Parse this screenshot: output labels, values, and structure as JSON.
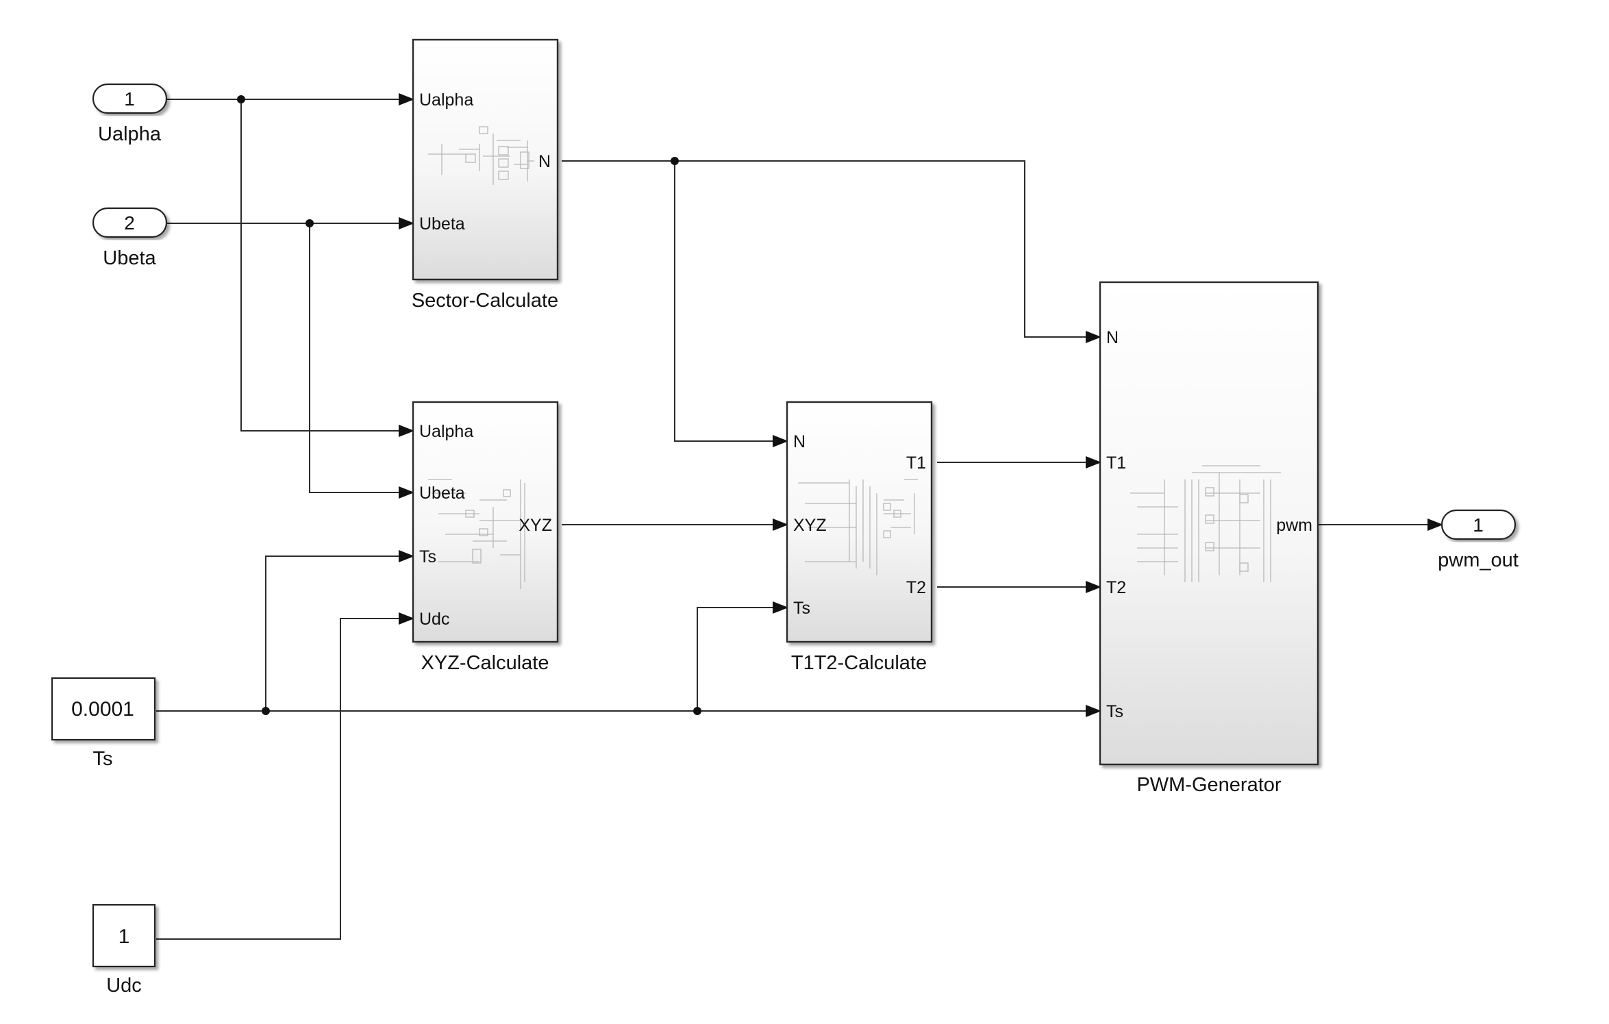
{
  "inports": [
    {
      "number": "1",
      "name": "Ualpha"
    },
    {
      "number": "2",
      "name": "Ubeta"
    }
  ],
  "constants": [
    {
      "value": "0.0001",
      "name": "Ts"
    },
    {
      "value": "1",
      "name": "Udc"
    }
  ],
  "outport": {
    "number": "1",
    "name": "pwm_out"
  },
  "subsystems": {
    "sector": {
      "name": "Sector-Calculate",
      "inputs": [
        "Ualpha",
        "Ubeta"
      ],
      "outputs": [
        "N"
      ]
    },
    "xyz": {
      "name": "XYZ-Calculate",
      "inputs": [
        "Ualpha",
        "Ubeta",
        "Ts",
        "Udc"
      ],
      "outputs": [
        "XYZ"
      ]
    },
    "t1t2": {
      "name": "T1T2-Calculate",
      "inputs": [
        "N",
        "XYZ",
        "Ts"
      ],
      "outputs": [
        "T1",
        "T2"
      ]
    },
    "pwm": {
      "name": "PWM-Generator",
      "inputs": [
        "N",
        "T1",
        "T2",
        "Ts"
      ],
      "outputs": [
        "pwm"
      ]
    }
  }
}
